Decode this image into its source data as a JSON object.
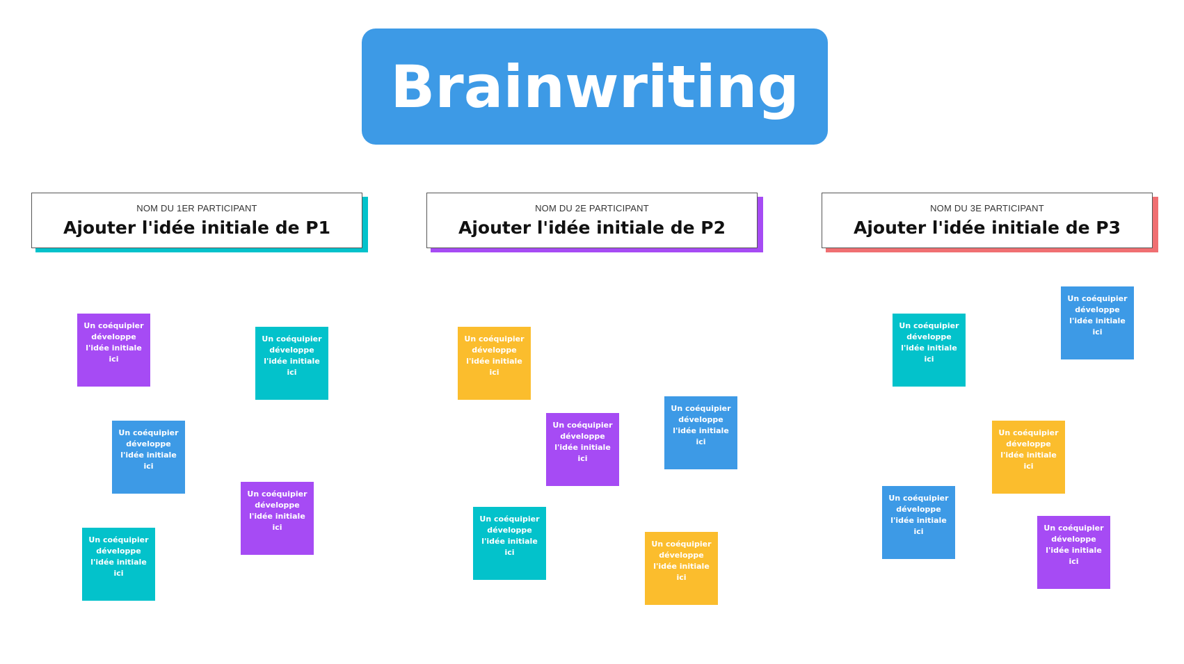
{
  "title": "Brainwriting",
  "colors": {
    "title_bg": "#3d9ae6",
    "purple": "#a64bf4",
    "teal": "#03c2cb",
    "blue": "#3d9ae6",
    "yellow": "#fbbd2d",
    "red": "#f06f72"
  },
  "participants": [
    {
      "label": "NOM DU 1ER PARTICIPANT",
      "idea": "Ajouter l'idée initiale de P1",
      "accent": "#03c2cb",
      "notes": [
        {
          "color": "#a64bf4",
          "lines": [
            "Un coéquipier",
            "développe",
            "l'idée initiale ici"
          ]
        },
        {
          "color": "#03c2cb",
          "lines": [
            "Un coéquipier",
            "développe",
            "l'idée initiale ici"
          ]
        },
        {
          "color": "#3d9ae6",
          "lines": [
            "Un coéquipier",
            "développe",
            "l'idée initiale ici"
          ]
        },
        {
          "color": "#a64bf4",
          "lines": [
            "Un coéquipier",
            "développe",
            "l'idée initiale ici"
          ]
        },
        {
          "color": "#03c2cb",
          "lines": [
            "Un coéquipier",
            "développe",
            "l'idée initiale ici"
          ]
        }
      ]
    },
    {
      "label": "NOM DU 2E PARTICIPANT",
      "idea": "Ajouter l'idée initiale de P2",
      "accent": "#a64bf4",
      "notes": [
        {
          "color": "#fbbd2d",
          "lines": [
            "Un coéquipier",
            "développe",
            "l'idée initiale ici"
          ]
        },
        {
          "color": "#a64bf4",
          "lines": [
            "Un coéquipier",
            "développe",
            "l'idée initiale ici"
          ]
        },
        {
          "color": "#3d9ae6",
          "lines": [
            "Un coéquipier",
            "développe",
            "l'idée initiale ici"
          ]
        },
        {
          "color": "#03c2cb",
          "lines": [
            "Un coéquipier",
            "développe",
            "l'idée initiale ici"
          ]
        },
        {
          "color": "#fbbd2d",
          "lines": [
            "Un coéquipier",
            "développe",
            "l'idée initiale ici"
          ]
        }
      ]
    },
    {
      "label": "NOM DU 3E PARTICIPANT",
      "idea": "Ajouter l'idée initiale de P3",
      "accent": "#f06f72",
      "notes": [
        {
          "color": "#03c2cb",
          "lines": [
            "Un coéquipier",
            "développe",
            "l'idée initiale ici"
          ]
        },
        {
          "color": "#3d9ae6",
          "lines": [
            "Un coéquipier",
            "développe",
            "l'idée initiale ici"
          ]
        },
        {
          "color": "#fbbd2d",
          "lines": [
            "Un coéquipier",
            "développe",
            "l'idée initiale ici"
          ]
        },
        {
          "color": "#3d9ae6",
          "lines": [
            "Un coéquipier",
            "développe",
            "l'idée initiale ici"
          ]
        },
        {
          "color": "#a64bf4",
          "lines": [
            "Un coéquipier",
            "développe",
            "l'idée initiale ici"
          ]
        }
      ]
    }
  ]
}
